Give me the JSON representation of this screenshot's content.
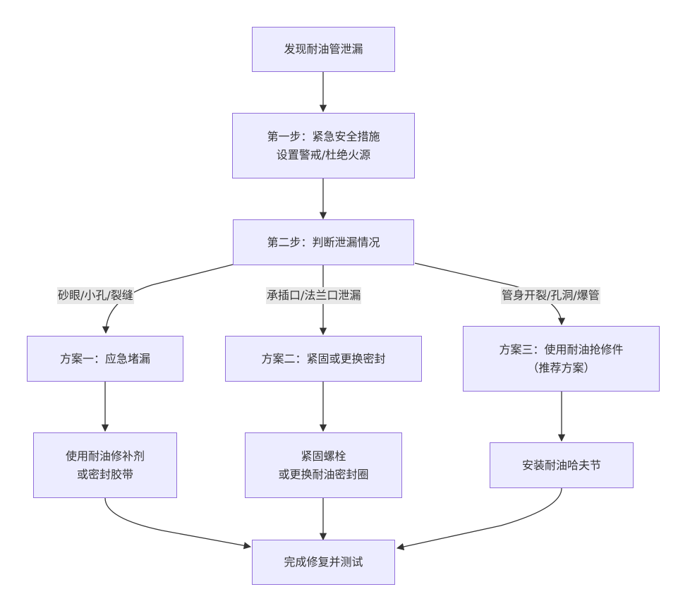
{
  "diagram": {
    "type": "flowchart",
    "colors": {
      "node_fill": "#ececff",
      "node_border": "#9370db",
      "edge": "#333333",
      "text": "#333333",
      "edge_label_bg": "#e8e8e8"
    },
    "nodes": [
      {
        "id": "start",
        "label": "发现耐油管泄漏"
      },
      {
        "id": "step1",
        "label": "第一步：紧急安全措施\n设置警戒/杜绝火源"
      },
      {
        "id": "step2",
        "label": "第二步：判断泄漏情况"
      },
      {
        "id": "planA",
        "label": "方案一：应急堵漏"
      },
      {
        "id": "planB",
        "label": "方案二：紧固或更换密封"
      },
      {
        "id": "planC",
        "label": "方案三：使用耐油抢修件\n（推荐方案）"
      },
      {
        "id": "actA",
        "label": "使用耐油修补剂\n或密封胶带"
      },
      {
        "id": "actB",
        "label": "紧固螺栓\n或更换耐油密封圈"
      },
      {
        "id": "actC",
        "label": "安装耐油哈夫节"
      },
      {
        "id": "end",
        "label": "完成修复并测试"
      }
    ],
    "edges": [
      {
        "from": "start",
        "to": "step1",
        "label": ""
      },
      {
        "from": "step1",
        "to": "step2",
        "label": ""
      },
      {
        "from": "step2",
        "to": "planA",
        "label": "砂眼/小孔/裂缝"
      },
      {
        "from": "step2",
        "to": "planB",
        "label": "承插口/法兰口泄漏"
      },
      {
        "from": "step2",
        "to": "planC",
        "label": "管身开裂/孔洞/爆管"
      },
      {
        "from": "planA",
        "to": "actA",
        "label": ""
      },
      {
        "from": "planB",
        "to": "actB",
        "label": ""
      },
      {
        "from": "planC",
        "to": "actC",
        "label": ""
      },
      {
        "from": "actA",
        "to": "end",
        "label": ""
      },
      {
        "from": "actB",
        "to": "end",
        "label": ""
      },
      {
        "from": "actC",
        "to": "end",
        "label": ""
      }
    ]
  }
}
